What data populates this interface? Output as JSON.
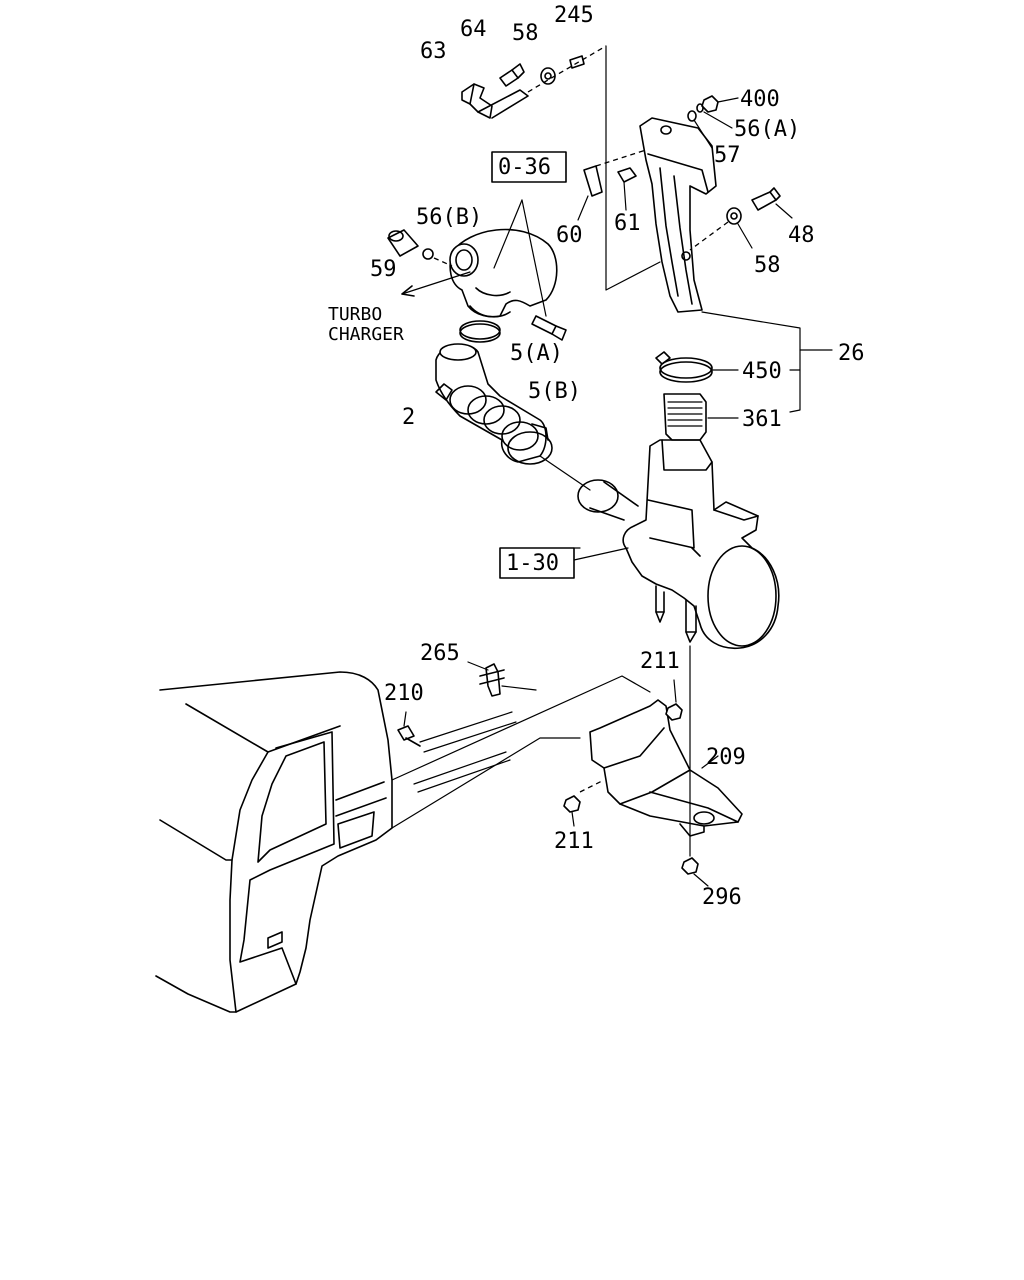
{
  "labels": {
    "p245": "245",
    "p64": "64",
    "p58a": "58",
    "p63": "63",
    "p400": "400",
    "p56a": "56(A)",
    "p57": "57",
    "p036": "0-36",
    "p56b": "56(B)",
    "p60": "60",
    "p61": "61",
    "p48": "48",
    "p59": "59",
    "p58b": "58",
    "turbo1": "TURBO",
    "turbo2": "CHARGER",
    "p5a": "5(A)",
    "p26": "26",
    "p450": "450",
    "p2": "2",
    "p5b": "5(B)",
    "p361": "361",
    "p130": "1-30",
    "p265": "265",
    "p211a": "211",
    "p210": "210",
    "p209": "209",
    "p211b": "211",
    "p296": "296"
  }
}
